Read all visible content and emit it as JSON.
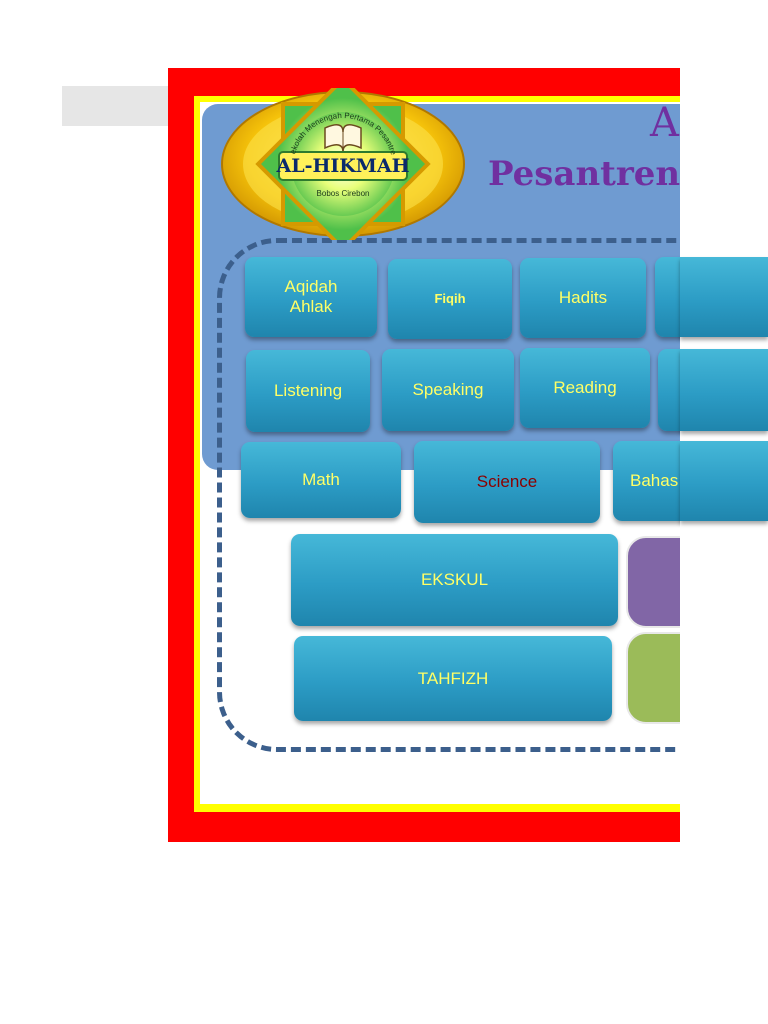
{
  "header": {
    "title_line1": "A",
    "title_line2": "Pesantren T"
  },
  "logo": {
    "name": "AL-HIKMAH",
    "arc_text": "Sekolah Menengah Pertama Pesantren",
    "location": "Bobos Cirebon"
  },
  "subjects": {
    "row1": [
      "Aqidah\nAhlak",
      "Fiqih",
      "Hadits",
      ""
    ],
    "row2": [
      "Listening",
      "Speaking",
      "Reading",
      ""
    ],
    "row3": [
      "Math",
      "Science",
      "Bahas"
    ]
  },
  "programs": {
    "ekskul": "EKSKUL",
    "tahfizh": "TAHFIZH"
  },
  "colors": {
    "frame_outer": "#ff0000",
    "frame_inner": "#ffff00",
    "panel": "#6f9bd1",
    "tile": "#2c9cc5",
    "tile_text": "#ffff66",
    "title": "#7030a0",
    "science_text": "#8b0000",
    "accent_purple": "#8166a6",
    "accent_green": "#9bbb59"
  }
}
